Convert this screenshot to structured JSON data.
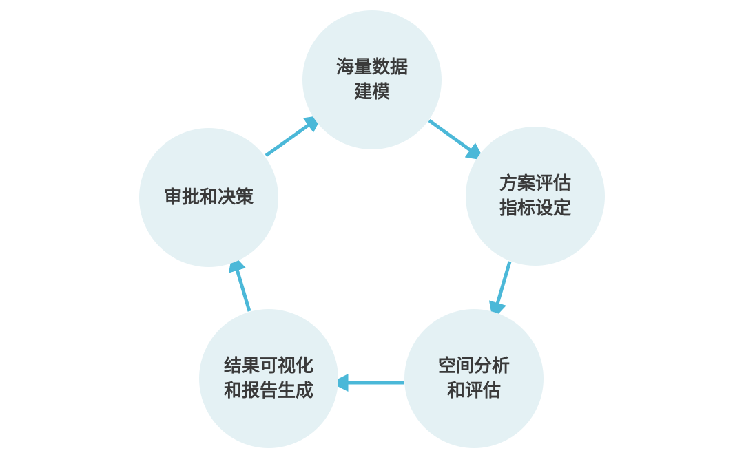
{
  "colors": {
    "node_fill": "#e4f1f4",
    "arrow": "#4bb8d8",
    "text": "#3a3a3a"
  },
  "nodes": [
    {
      "id": "data-modeling",
      "lines": [
        "海量数据",
        "建模"
      ]
    },
    {
      "id": "plan-evaluation",
      "lines": [
        "方案评估",
        "指标设定"
      ]
    },
    {
      "id": "spatial-analysis",
      "lines": [
        "空间分析",
        "和评估"
      ]
    },
    {
      "id": "visualization-report",
      "lines": [
        "结果可视化",
        "和报告生成"
      ]
    },
    {
      "id": "approval-decision",
      "lines": [
        "审批和决策"
      ]
    }
  ]
}
